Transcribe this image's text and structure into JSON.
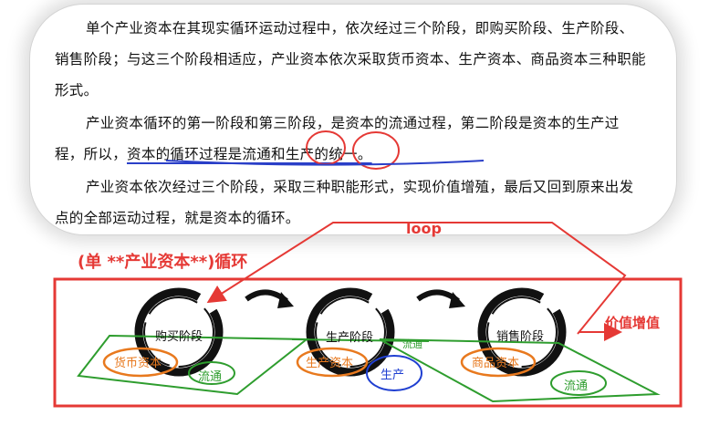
{
  "text": {
    "p1": "单个产业资本在其现实循环运动过程中，依次经过三个阶段，即购买阶段、生产阶段、销售阶段；与这三个阶段相适应，产业资本依次采取货币资本、生产资本、商品资本三种职能形式。",
    "p2_part1": "产业资本循环的第一阶段和第三阶段，是资本的流通过程，第二阶段是资本的生产过程，所以，",
    "p2_underlined": "资本的循环过程是流通和生产的统一。",
    "p3": "产业资本依次经过三个阶段，采取三种职能形式，实现价值增殖，最后又回到原来出发点的全部运动过程，就是资本的循环。"
  },
  "annotations": {
    "loop_label": "loop",
    "diagram_title": "(单 **产业资本**)循环",
    "value_label": "价值增值",
    "stages": [
      "购买阶段",
      "生产阶段",
      "销售阶段"
    ],
    "capital_forms": [
      "货币资本",
      "生产资本",
      "商品资本"
    ],
    "circulation": [
      "流通",
      "流通",
      "流通"
    ],
    "production": "生产"
  },
  "colors": {
    "red": "#e53935",
    "orange": "#e8791e",
    "green": "#2e9d2e",
    "blue": "#1f3fd1"
  }
}
